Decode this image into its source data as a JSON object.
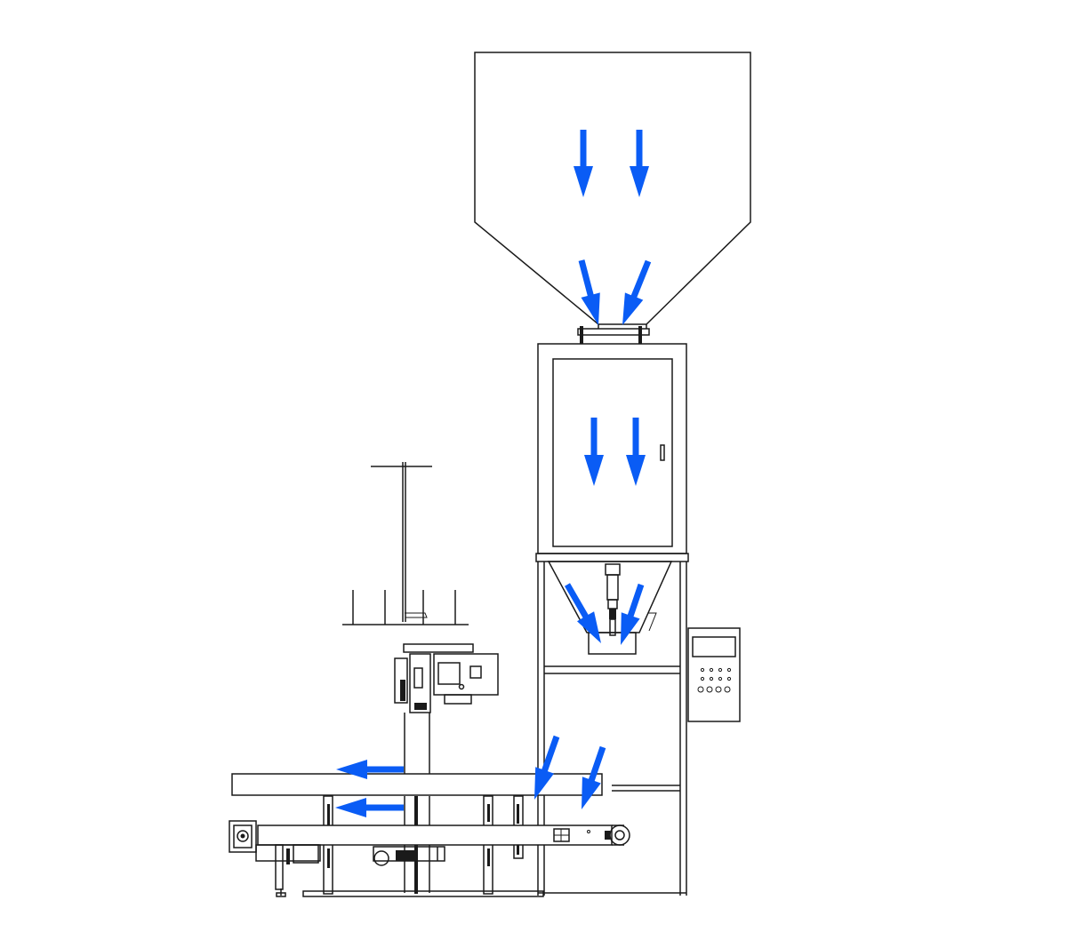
{
  "diagram": {
    "arrow_color": "#0a5cf5",
    "line_color": "#1a1a1a",
    "background": "#ffffff",
    "flow_arrows": [
      {
        "id": "hopper-in-left",
        "direction": "down"
      },
      {
        "id": "hopper-in-right",
        "direction": "down"
      },
      {
        "id": "hopper-outlet-left",
        "direction": "down-right"
      },
      {
        "id": "hopper-outlet-right",
        "direction": "down-left"
      },
      {
        "id": "weigh-bin-left",
        "direction": "down"
      },
      {
        "id": "weigh-bin-right",
        "direction": "down"
      },
      {
        "id": "discharge-left",
        "direction": "down-right"
      },
      {
        "id": "discharge-right",
        "direction": "down-left"
      },
      {
        "id": "frame-left",
        "direction": "down-left"
      },
      {
        "id": "frame-right",
        "direction": "down-left"
      },
      {
        "id": "conveyor-upper",
        "direction": "left"
      },
      {
        "id": "conveyor-lower",
        "direction": "left"
      }
    ]
  }
}
